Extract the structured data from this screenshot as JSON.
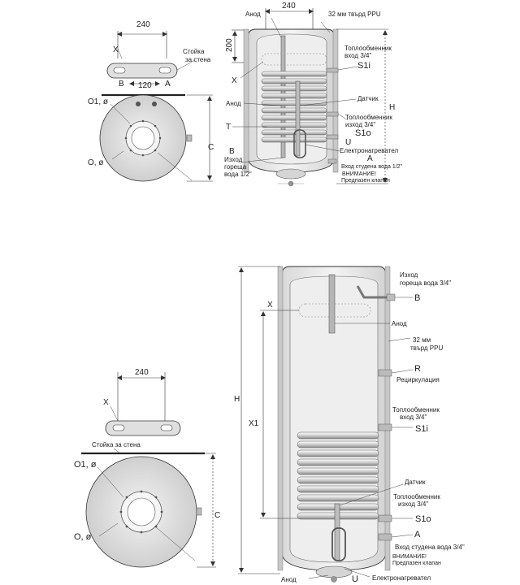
{
  "top": {
    "plan": {
      "dim_width": "240",
      "dim_center": "120",
      "label_x": "X",
      "label_b": "B",
      "label_a": "A",
      "label_stand": [
        "Стойка",
        "за стена"
      ],
      "label_o1": "O1, ø",
      "label_o": "O, ø",
      "label_c": "C"
    },
    "elevation": {
      "dim_width": "240",
      "dim_200": "200",
      "label_anode_top": "Анод",
      "label_ppu": "32 мм твърд PPU",
      "label_exchanger_in": [
        "Топлообменник",
        "вход 3/4\""
      ],
      "label_s1i": "S1i",
      "label_x": "X",
      "label_anode_mid": "Анод",
      "label_sensor": "Датчик",
      "label_h": "H",
      "label_exchanger_out": [
        "Топлообменник",
        "изход 3/4\""
      ],
      "label_s1o": "S1o",
      "label_t": "T",
      "label_u": "U",
      "label_heater": "Електронагревател",
      "label_b": "B",
      "label_a": "A",
      "label_hot_out": [
        "Изход",
        "гореща",
        "вода 1/2\""
      ],
      "label_cold_in": "Вход студена вода 1/2\"",
      "label_warning": [
        "ВНИМАНИЕ!",
        "Предпазен клапан"
      ]
    }
  },
  "bottom": {
    "plan": {
      "dim_width": "240",
      "label_x": "X",
      "label_stand": "Стойка за стена",
      "label_o1": "O1, ø",
      "label_o": "O, ø",
      "label_c": "C"
    },
    "elevation": {
      "label_hot_out": [
        "Изход",
        "гореща вода 3/4\""
      ],
      "label_b": "B",
      "label_x": "X",
      "label_anode": "Анод",
      "label_ppu": [
        "32 мм",
        "твърд PPU"
      ],
      "label_r": "R",
      "label_recirc": "Рециркулация",
      "label_h": "H",
      "label_x1": "X1",
      "label_exchanger_in": [
        "Топлообменник",
        "вход 3/4\""
      ],
      "label_s1i": "S1i",
      "label_sensor": "Датчик",
      "label_exchanger_out": [
        "Топлообменник",
        "изход 3/4\""
      ],
      "label_s1o": "S1o",
      "label_a": "A",
      "label_cold_in": "Вход студена вода 3/4\"",
      "label_warning": [
        "ВНИМАНИЕ!",
        "Предпазен клапан"
      ],
      "label_anode_bottom": "Анод",
      "label_u": "U",
      "label_heater": "Електронагревател"
    }
  }
}
